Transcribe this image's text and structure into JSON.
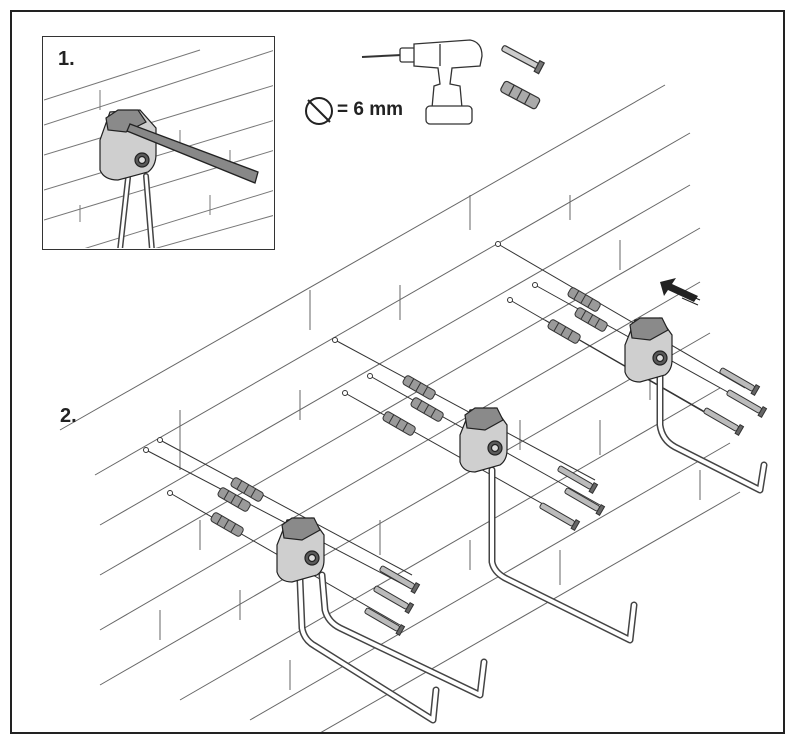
{
  "steps": {
    "step1_label": "1.",
    "step2_label": "2."
  },
  "drill": {
    "size_label": "= 6 mm",
    "diameter_symbol": "diameter-icon"
  },
  "icons": [
    "drill-icon",
    "screw-icon",
    "wall-plug-icon",
    "diameter-icon",
    "allen-key-icon",
    "direction-arrow-icon",
    "wall-hook-icon"
  ],
  "colors": {
    "line": "#333333",
    "bracket_fill": "#cfcfcf",
    "bracket_dark": "#5a5a5a",
    "background": "#ffffff"
  }
}
